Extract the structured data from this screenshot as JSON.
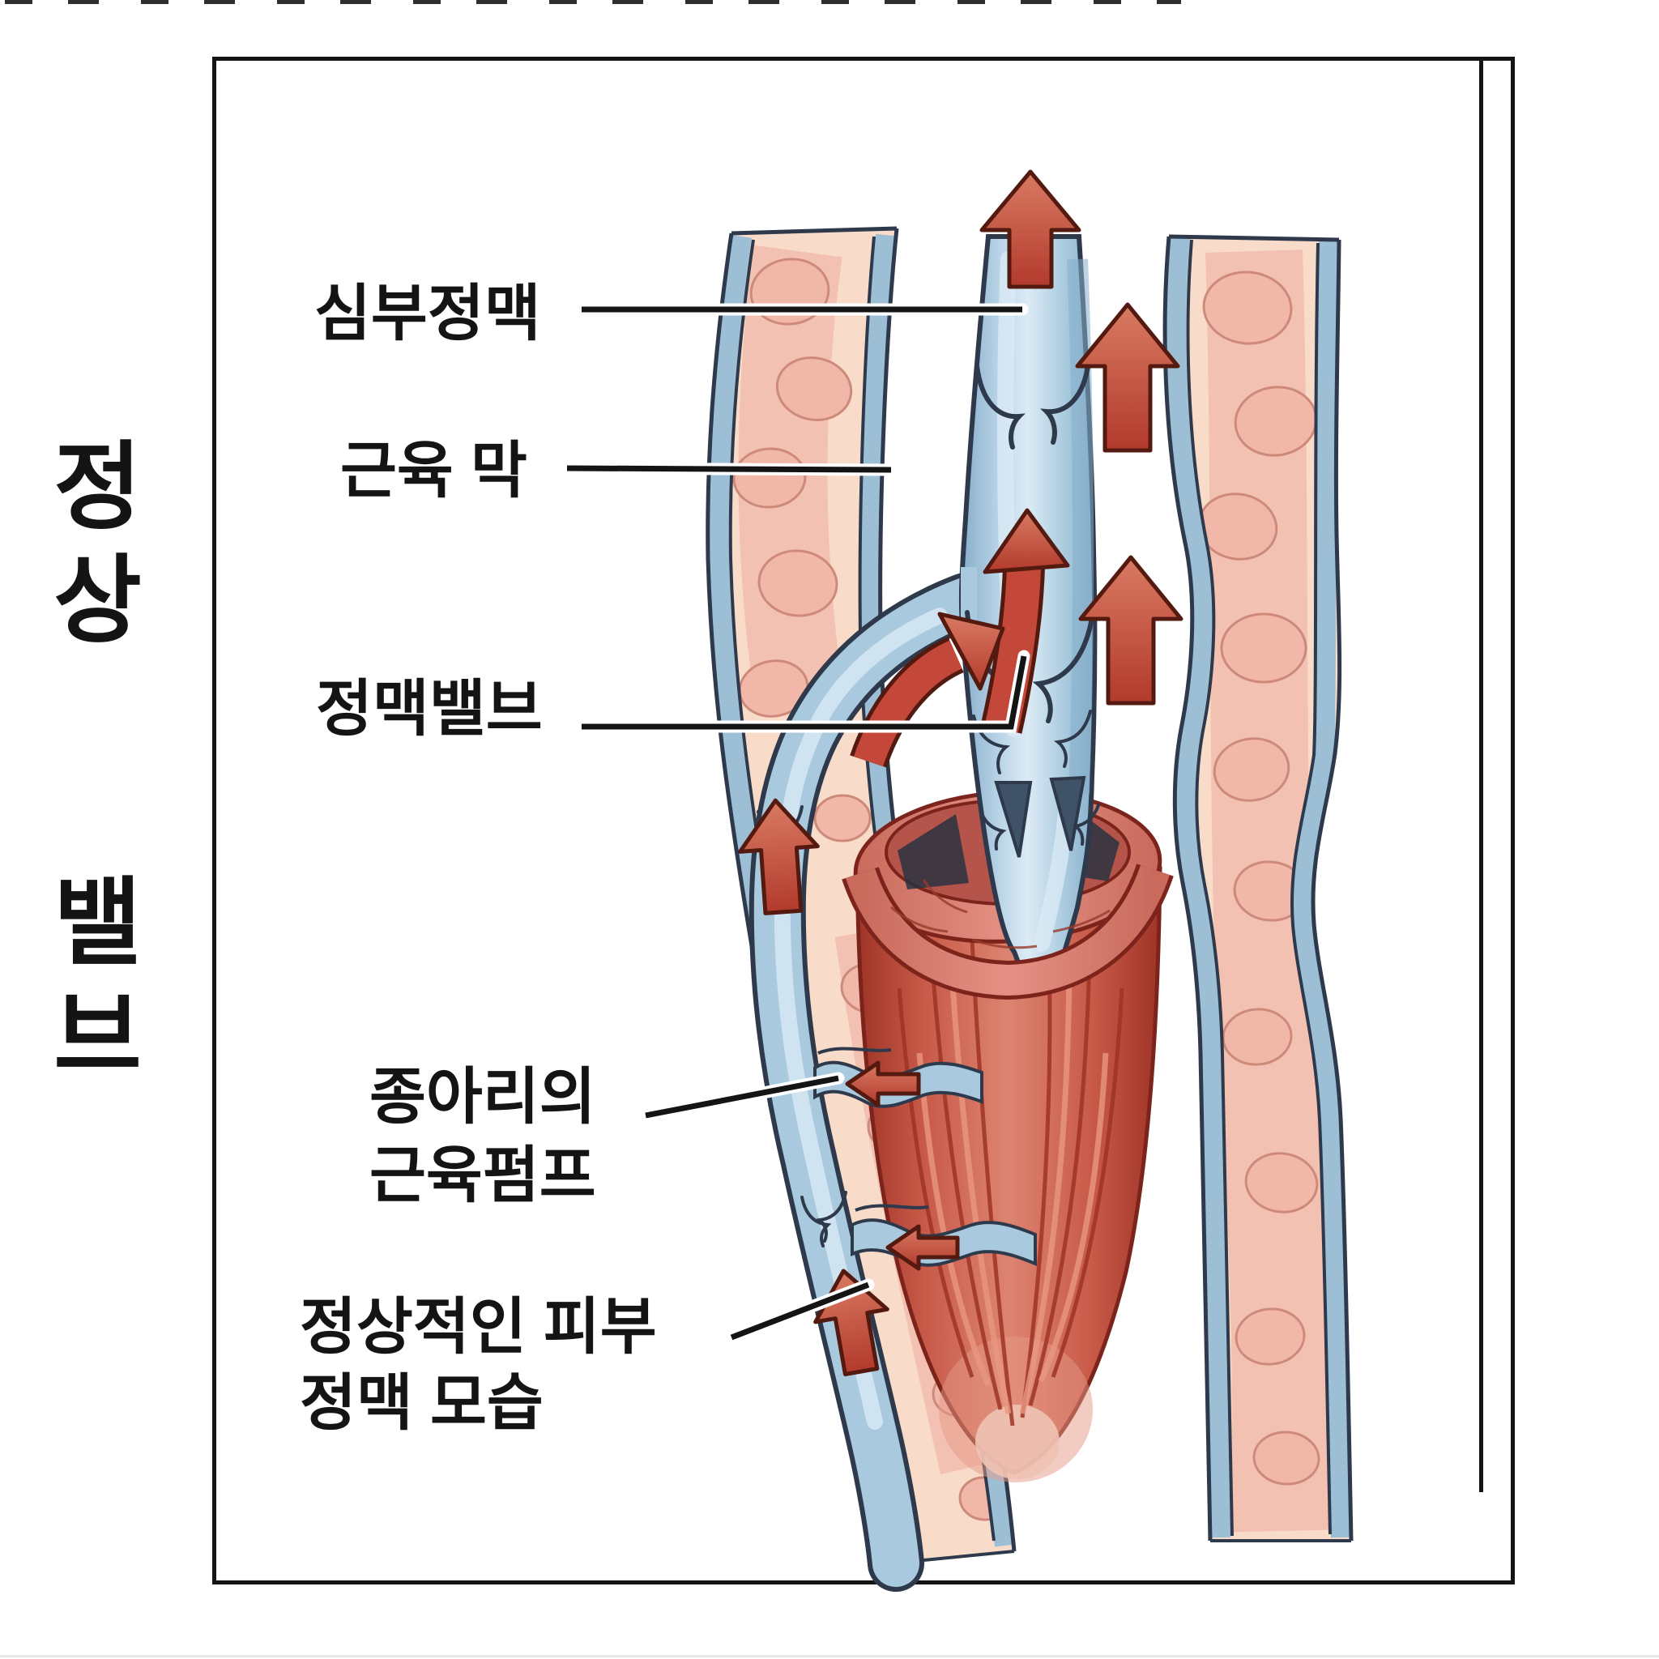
{
  "figure": {
    "title": "정상 밸브",
    "labels": {
      "deep_vein": "심부정맥",
      "muscle_fascia": "근육 막",
      "venous_valve": "정맥밸브",
      "calf_pump_line1": "종아리의",
      "calf_pump_line2": "근육펌프",
      "skin_vein_line1": "정상적인 피부",
      "skin_vein_line2": "정맥 모습"
    }
  },
  "colors": {
    "text": "#141414",
    "frame_line": "#141414",
    "white": "#ffffff",
    "vein_blue": "#a9cade",
    "vein_light": "#dcebf5",
    "vein_shade": "#87aecb",
    "outline_navy": "#2e3a4c",
    "band_cream": "#f8dcc9",
    "lobule_pink": "#f1b7a9",
    "lobule_line": "#cd8a7a",
    "lining_blue": "#9dbfd6",
    "muscle_red": "#c85948",
    "muscle_dark": "#9e3426",
    "muscle_light": "#e8977f",
    "muscle_rim": "#db8176",
    "rim_line": "#7c241b",
    "arrow_red": "#c4483a",
    "arrow_dark": "#541a10"
  }
}
